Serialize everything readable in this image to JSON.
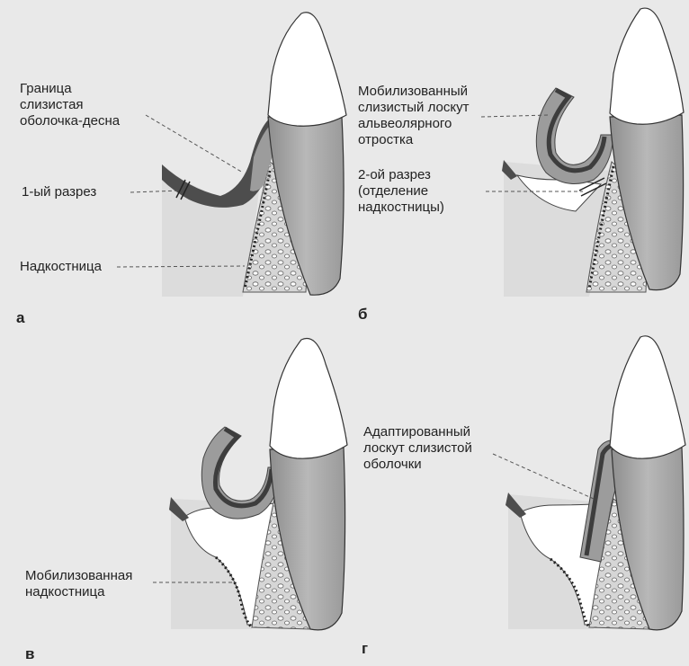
{
  "panels": {
    "a": {
      "letter": "а",
      "labels": {
        "border": "Граница\nслизистая\nоболочка-десна",
        "incision1": "1-ый разрез",
        "periosteum": "Надкостница"
      }
    },
    "b": {
      "letter": "б",
      "labels": {
        "flap": "Мобилизованный\nслизистый лоскут\nальвеолярного\nотростка",
        "incision2": "2-ой разрез\n(отделение\nнадкостницы)"
      }
    },
    "v": {
      "letter": "в",
      "labels": {
        "periosteum": "Мобилизованная\nнадкостница"
      }
    },
    "g": {
      "letter": "г",
      "labels": {
        "flap": "Адаптированный\nлоскут слизистой\nоболочки"
      }
    }
  },
  "colors": {
    "background": "#e9e9e9",
    "gingiva": "#9a9a9a",
    "mucosa_dark": "#4a4a4a",
    "crown": "#ffffff",
    "root": "#a8a8a8",
    "bone": "#d4d4d4"
  }
}
